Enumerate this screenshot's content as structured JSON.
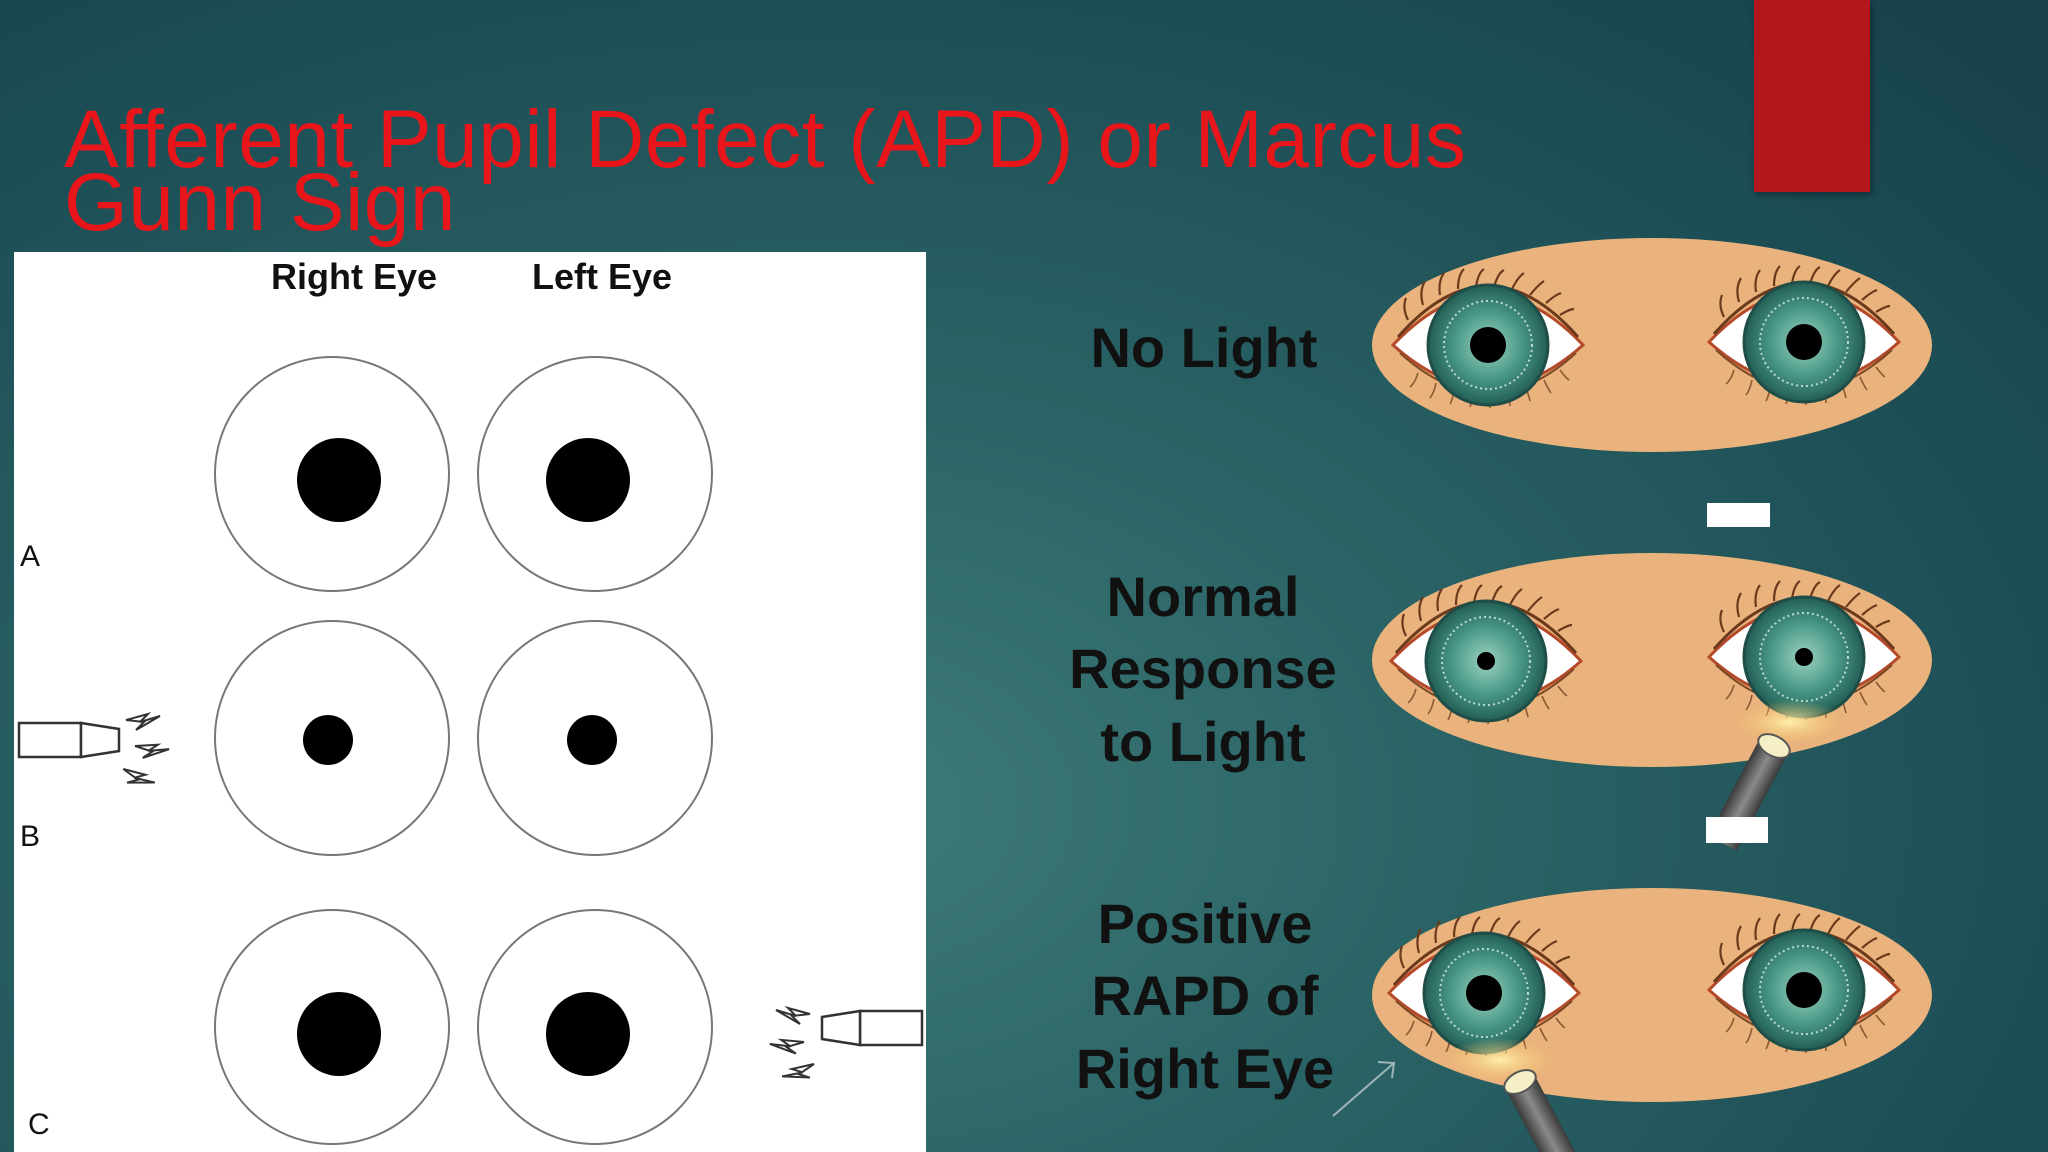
{
  "slide": {
    "title_line1": "Afferent Pupil Defect (APD) or Marcus",
    "title_line2": "Gunn Sign",
    "title_color": "#e8161b",
    "accent_color": "#b3171b"
  },
  "left_diagram": {
    "column_headers": [
      "Right Eye",
      "Left Eye"
    ],
    "rows": [
      {
        "label": "A",
        "light_source": "none",
        "right_pupil": "dilated",
        "left_pupil": "dilated"
      },
      {
        "label": "B",
        "light_source": "right",
        "right_pupil": "constricted",
        "left_pupil": "constricted"
      },
      {
        "label": "C",
        "light_source": "left",
        "right_pupil": "dilated",
        "left_pupil": "dilated"
      }
    ]
  },
  "right_diagram": {
    "panels": [
      {
        "label_lines": [
          "No Light"
        ],
        "penlight": "none"
      },
      {
        "label_lines": [
          "Normal",
          "Response",
          "to Light"
        ],
        "penlight": "left-eye"
      },
      {
        "label_lines": [
          "Positive",
          "RAPD of",
          "Right Eye"
        ],
        "penlight": "right-eye"
      }
    ],
    "skin_color": "#eab27c",
    "iris_color": "#3f8f80"
  }
}
